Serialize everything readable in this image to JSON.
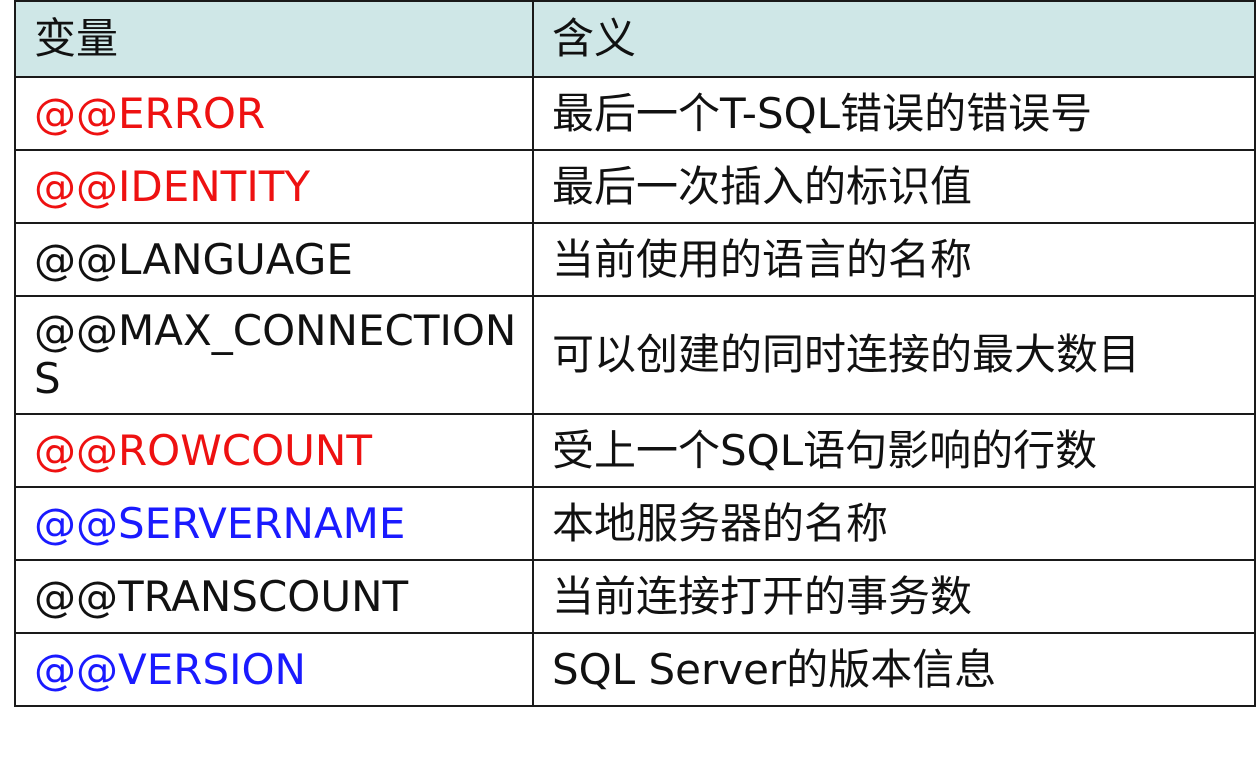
{
  "table": {
    "headers": [
      "变量",
      "含义"
    ],
    "rows": [
      {
        "variable": "@@ERROR",
        "meaning": "最后一个T-SQL错误的错误号",
        "color": "#ee1111"
      },
      {
        "variable": "@@IDENTITY",
        "meaning": "最后一次插入的标识值",
        "color": "#ee1111"
      },
      {
        "variable": "@@LANGUAGE",
        "meaning": "当前使用的语言的名称",
        "color": "#111111"
      },
      {
        "variable": "@@MAX_CONNECTIONS",
        "meaning": "可以创建的同时连接的最大数目",
        "color": "#111111"
      },
      {
        "variable": "@@ROWCOUNT",
        "meaning": "受上一个SQL语句影响的行数",
        "color": "#ee1111"
      },
      {
        "variable": "@@SERVERNAME",
        "meaning": "本地服务器的名称",
        "color": "#1a1aff"
      },
      {
        "variable": "@@TRANSCOUNT",
        "meaning": "当前连接打开的事务数",
        "color": "#111111"
      },
      {
        "variable": "@@VERSION",
        "meaning": "SQL Server的版本信息",
        "color": "#1a1aff"
      }
    ]
  }
}
